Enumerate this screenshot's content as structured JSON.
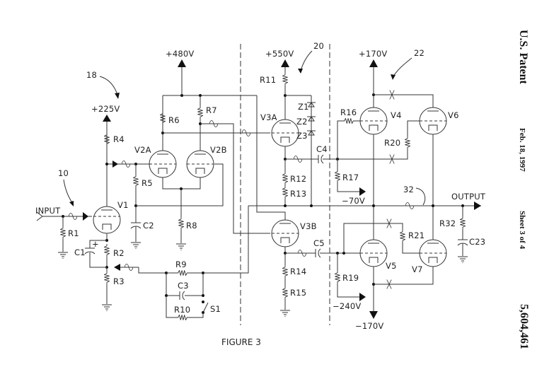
{
  "header": {
    "title": "U.S. Patent",
    "date": "Feb. 18, 1997",
    "sheet": "Sheet 3 of 4",
    "patent_number": "5,604,461"
  },
  "figure": {
    "caption": "FIGURE 3",
    "ref_numerals": {
      "stage_input": "10",
      "stage_18": "18",
      "stage_20": "20",
      "stage_22": "22",
      "feedback_32": "32"
    },
    "io": {
      "input": "INPUT",
      "output": "OUTPUT"
    },
    "supplies": {
      "v225": "+225V",
      "v480": "+480V",
      "v550": "+550V",
      "v170p": "+170V",
      "v70n": "−70V",
      "v240n": "−240V",
      "v170n": "−170V"
    },
    "tubes": {
      "V1": "V1",
      "V2A": "V2A",
      "V2B": "V2B",
      "V3A": "V3A",
      "V3B": "V3B",
      "V4": "V4",
      "V5": "V5",
      "V6": "V6",
      "V7": "V7"
    },
    "resistors": {
      "R1": "R1",
      "R2": "R2",
      "R3": "R3",
      "R4": "R4",
      "R5": "R5",
      "R6": "R6",
      "R7": "R7",
      "R8": "R8",
      "R9": "R9",
      "R10": "R10",
      "R11": "R11",
      "R12": "R12",
      "R13": "R13",
      "R14": "R14",
      "R15": "R15",
      "R16": "R16",
      "R17": "R17",
      "R19": "R19",
      "R20": "R20",
      "R21": "R21",
      "R32": "R32"
    },
    "capacitors": {
      "C1": "C1",
      "C1_polarity": "+",
      "C2": "C2",
      "C3": "C3",
      "C4": "C4",
      "C5": "C5",
      "C23": "C23"
    },
    "zeners": {
      "Z1": "Z1",
      "Z2": "Z2",
      "Z3": "Z3"
    },
    "switches": {
      "S1": "S1"
    }
  }
}
